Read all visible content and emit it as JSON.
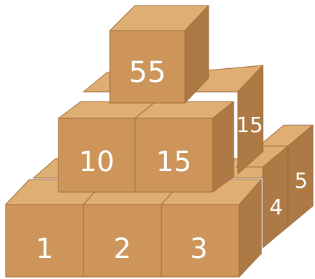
{
  "colors": {
    "front": "#cd955a",
    "top": "#deae73",
    "side": "#ad7a45",
    "edge": "#9b6b3b",
    "label": "#ffffff"
  },
  "pyramid": {
    "top_box": {
      "label": "55"
    },
    "middle_front": [
      {
        "label": "10"
      },
      {
        "label": "15"
      }
    ],
    "middle_back_side": {
      "label": "15"
    },
    "bottom_front": [
      {
        "label": "1"
      },
      {
        "label": "2"
      },
      {
        "label": "3"
      }
    ],
    "bottom_side": [
      {
        "label": "4"
      },
      {
        "label": "5"
      }
    ]
  }
}
